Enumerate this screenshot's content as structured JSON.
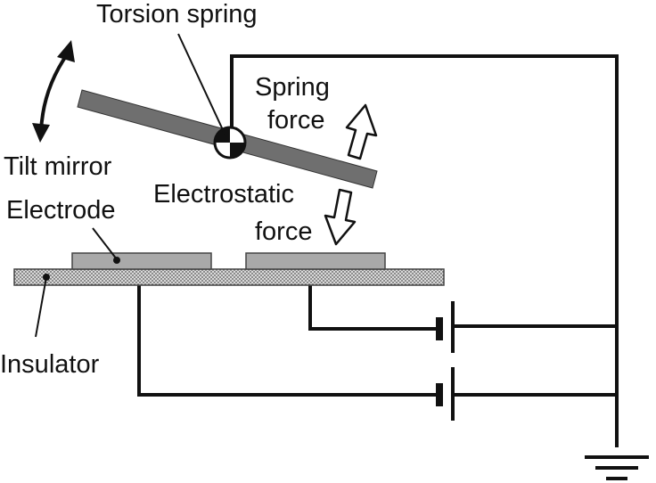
{
  "labels": {
    "torsion_spring": "Torsion spring",
    "spring_force_line1": "Spring",
    "spring_force_line2": "force",
    "tilt_mirror": "Tilt mirror",
    "electrode": "Electrode",
    "electrostatic_force_line1": "Electrostatic",
    "electrostatic_force_line2": "force",
    "insulator": "Insulator"
  },
  "colors": {
    "mirror": "#6f6f6f",
    "electrode": "#a9a9a9",
    "wire": "#111111",
    "background": "#ffffff"
  }
}
